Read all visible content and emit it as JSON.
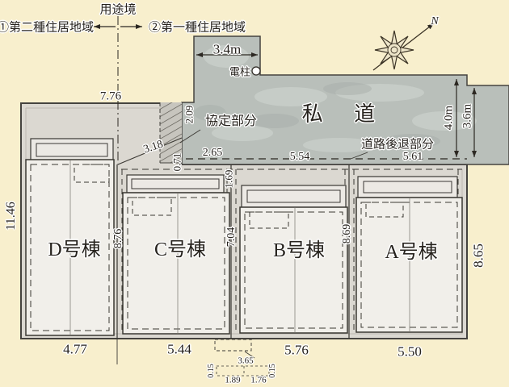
{
  "title_area": {
    "use_boundary": "用途境",
    "zone_left": "①第二種住居地域",
    "zone_right": "②第一種住居地域"
  },
  "road": {
    "name": "私 道",
    "front_width": "3.4m",
    "pole": "電柱",
    "setback": "道路後退部分",
    "agreement": "協定部分",
    "outer_width": "4.0m",
    "inner_width": "3.6m"
  },
  "compass": {
    "north": "N"
  },
  "dimensions": {
    "top_width": "7.76",
    "left_height": "11.46",
    "right_height": "8.65",
    "dc_height": "8.76",
    "cb_height": "7.04",
    "ba_height": "8.69",
    "diagonal": "3.18",
    "agreement_height": "2.09",
    "agreement_offset": "0.71",
    "c_top_offset": "1.69",
    "setback_seg_1": "2.65",
    "setback_seg_2": "5.54",
    "setback_seg_3": "5.61",
    "lot_d_width": "4.77",
    "lot_c_width": "5.44",
    "lot_b_width": "5.76",
    "lot_a_width": "5.50",
    "detail_total": "3.65",
    "detail_left": "1.89",
    "detail_right": "1.76",
    "detail_side_left": "0.15",
    "detail_side_right": "0.15"
  },
  "lots": [
    {
      "id": "lot-d",
      "label": "D号棟"
    },
    {
      "id": "lot-c",
      "label": "C号棟"
    },
    {
      "id": "lot-b",
      "label": "B号棟"
    },
    {
      "id": "lot-a",
      "label": "A号棟"
    }
  ],
  "colors": {
    "background": "#f8efcd",
    "road": "#b9bfba",
    "parcel": "#dbd8d1",
    "building": "#f1efea",
    "line": "#3a3833"
  }
}
